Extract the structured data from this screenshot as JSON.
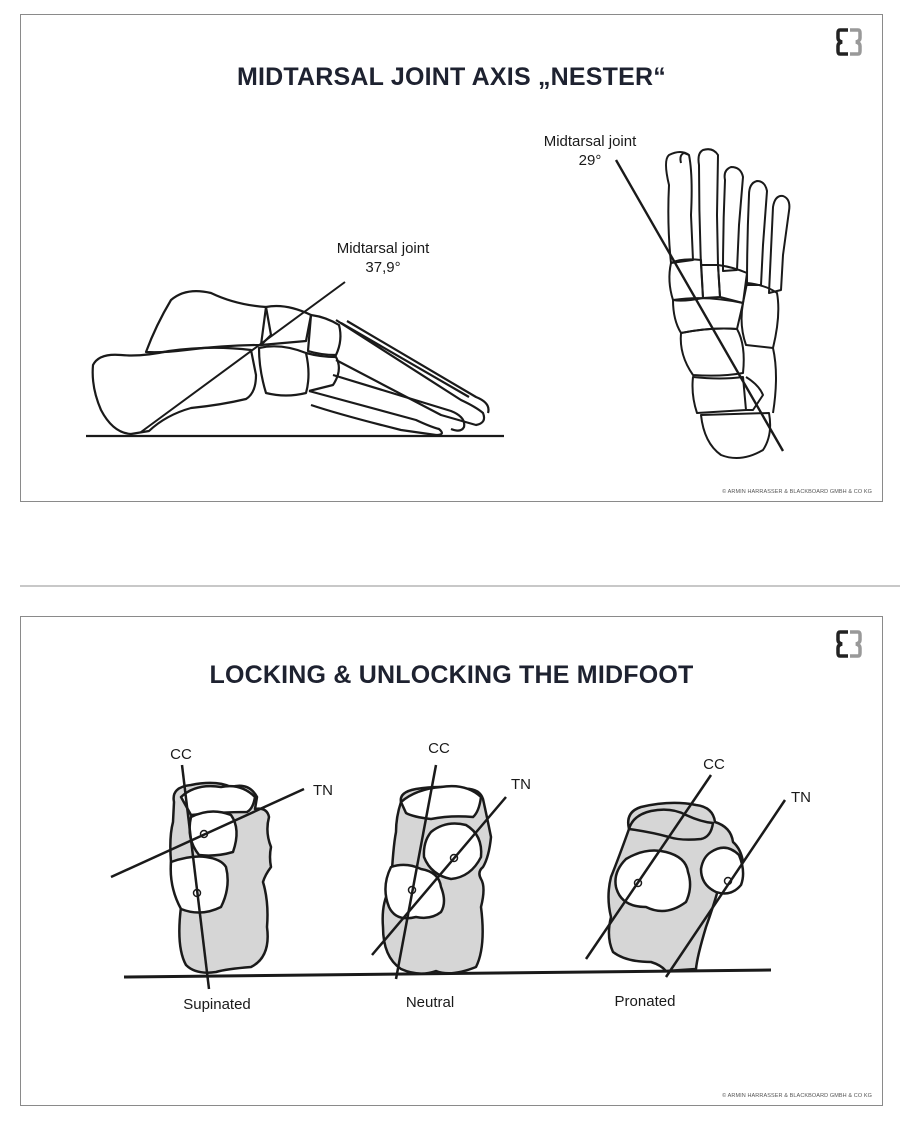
{
  "slides": [
    {
      "title": "MIDTARSAL JOINT AXIS „NESTER“",
      "copyright": "© ARMIN HARRASSER & BLACKBOARD GMBH & CO KG",
      "logo_icon": "brand-logo-icon",
      "lateral_view": {
        "label": "Midtarsal joint",
        "angle": "37,9°"
      },
      "dorsal_view": {
        "label": "Midtarsal joint",
        "angle": "29°"
      }
    },
    {
      "title": "LOCKING & UNLOCKING THE MIDFOOT",
      "copyright": "© ARMIN HARRASSER & BLACKBOARD GMBH & CO KG",
      "logo_icon": "brand-logo-icon",
      "positions": [
        {
          "name": "Supinated",
          "cc_label": "CC",
          "tn_label": "TN"
        },
        {
          "name": "Neutral",
          "cc_label": "CC",
          "tn_label": "TN"
        },
        {
          "name": "Pronated",
          "cc_label": "CC",
          "tn_label": "TN"
        }
      ],
      "fill_color": "#d6d6d6"
    }
  ]
}
